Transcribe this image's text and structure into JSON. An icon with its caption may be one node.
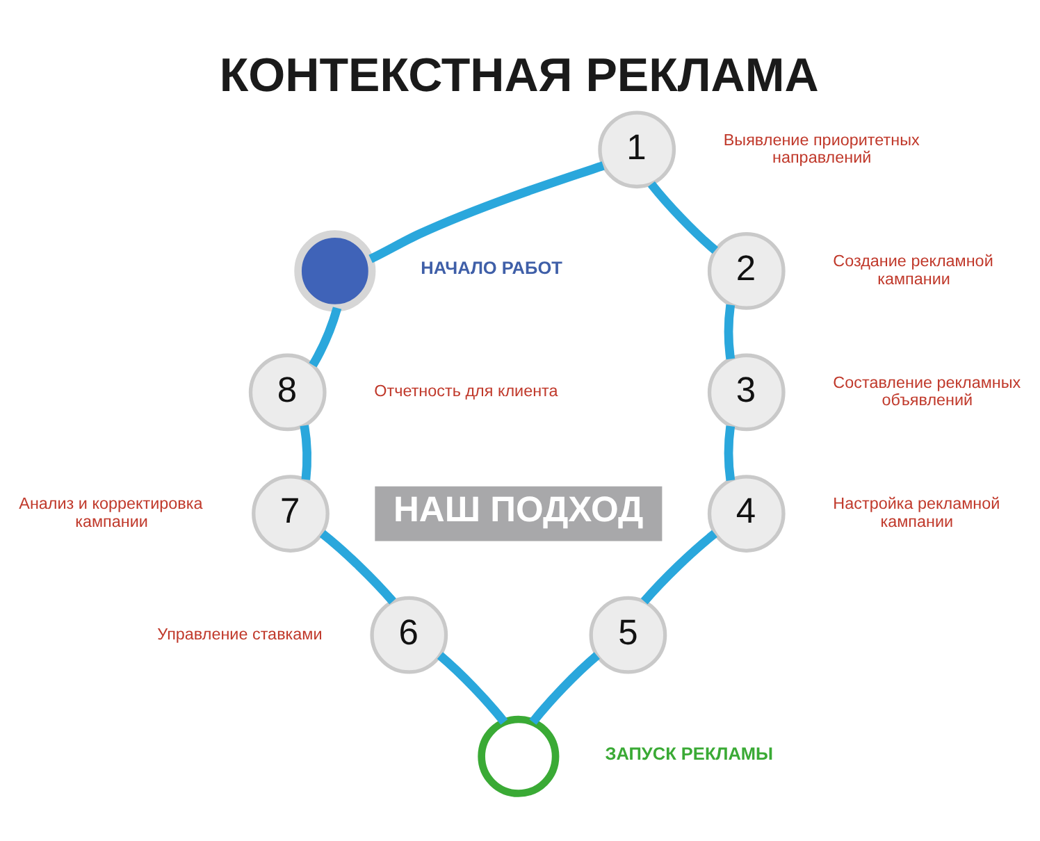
{
  "diagram": {
    "title": "КОНТЕКСТНАЯ РЕКЛАМА",
    "nodes": [
      {
        "text": [],
        "shape": "circle",
        "beside": [
          "НАЧАЛО РАБОТ"
        ]
      },
      {
        "text": [
          "1"
        ],
        "beside": [
          "Выявление приоритетных направлений"
        ]
      },
      {
        "text": [
          "2"
        ],
        "beside": [
          "Создание рекламной кампании"
        ]
      },
      {
        "text": [
          "3"
        ],
        "beside": [
          "Составление рекламных объявлений"
        ]
      },
      {
        "text": [
          "4"
        ],
        "beside": [
          "Настройка рекламной кампании"
        ]
      },
      {
        "text": [
          "5"
        ]
      },
      {
        "text": [],
        "shape": "circle",
        "beside": [
          "ЗАПУСК РЕКЛАМЫ"
        ]
      },
      {
        "text": [
          "6"
        ],
        "beside": [
          "Управление ставками"
        ]
      },
      {
        "text": [
          "7"
        ],
        "beside": [
          "Анализ и корректировка кампании"
        ]
      },
      {
        "text": [
          "8"
        ],
        "beside": [
          "Отчетность для клиента"
        ]
      },
      {
        "text": [
          "НАШ ПОДХОД"
        ]
      }
    ],
    "edges": [
      {
        "from": 0,
        "to": 1,
        "arrow": "none"
      },
      {
        "from": 1,
        "to": 2,
        "arrow": "none"
      },
      {
        "from": 2,
        "to": 3,
        "arrow": "none"
      },
      {
        "from": 3,
        "to": 4,
        "arrow": "none"
      },
      {
        "from": 4,
        "to": 5,
        "arrow": "none"
      },
      {
        "from": 5,
        "to": 6,
        "arrow": "none"
      },
      {
        "from": 6,
        "to": 7,
        "arrow": "none"
      },
      {
        "from": 7,
        "to": 8,
        "arrow": "none"
      },
      {
        "from": 8,
        "to": 9,
        "arrow": "none"
      },
      {
        "from": 9,
        "to": 0,
        "arrow": "none"
      }
    ]
  }
}
